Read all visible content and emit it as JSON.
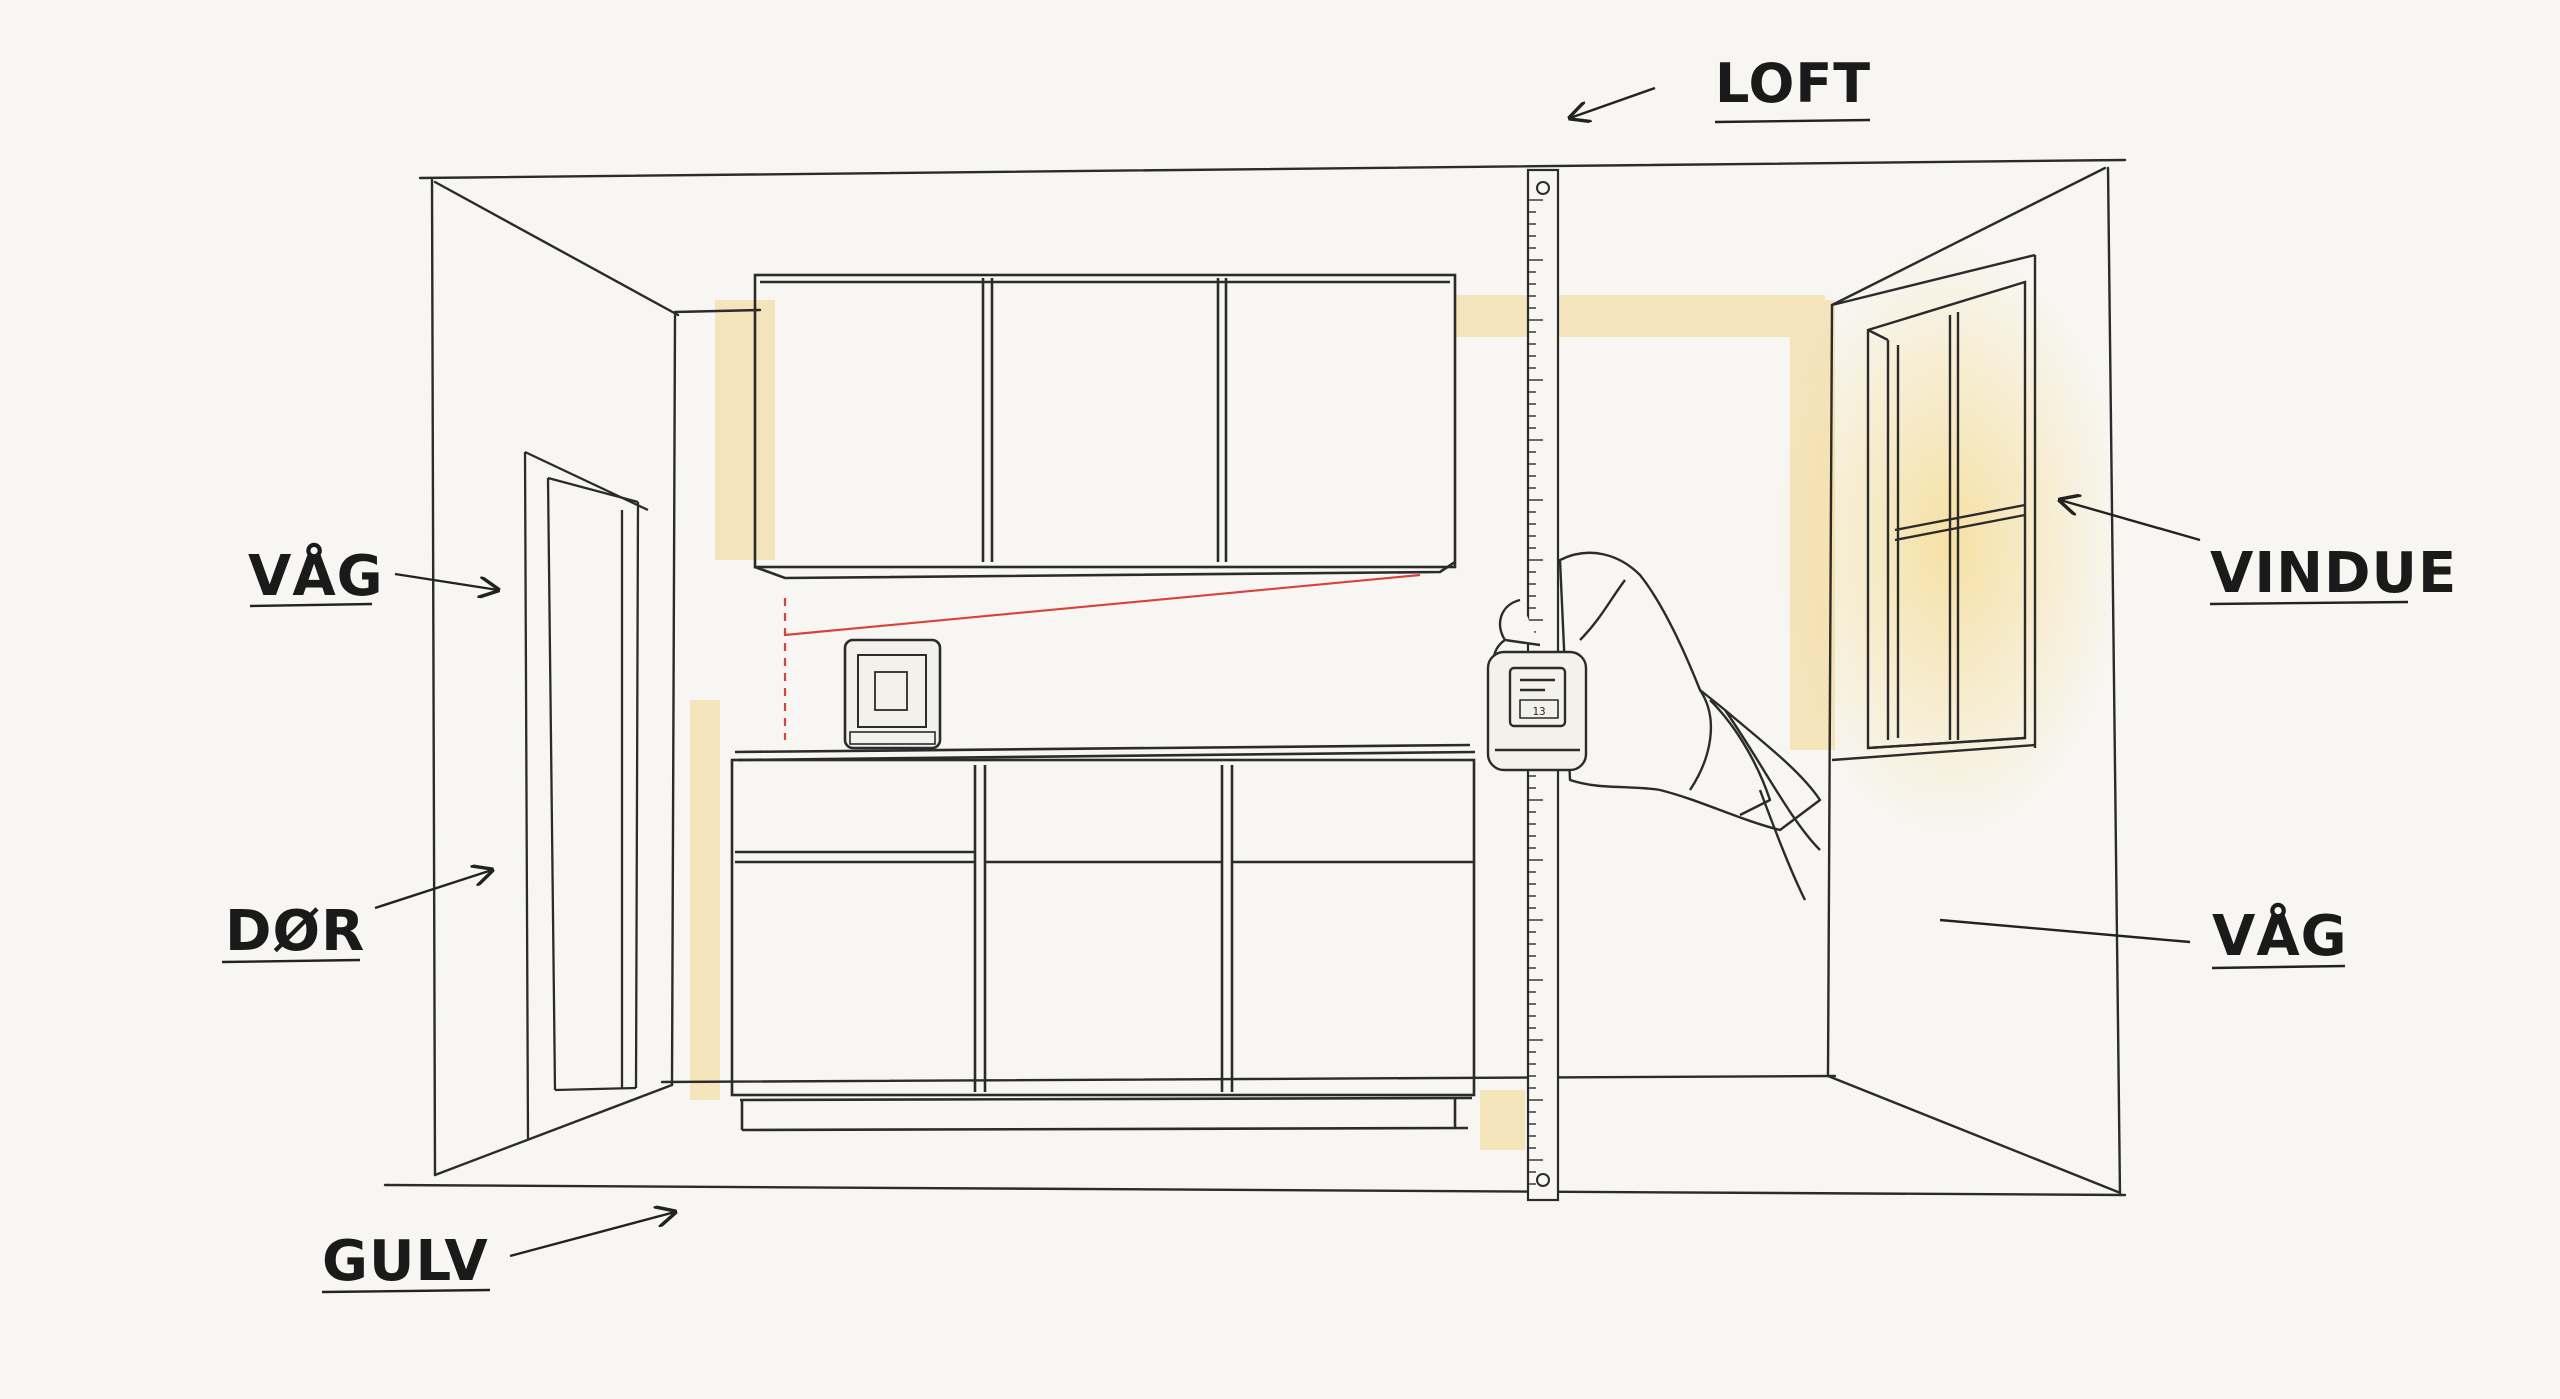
{
  "labels": {
    "loft": "LOFT",
    "left_wall": "VÅG",
    "door": "DØR",
    "floor": "GULV",
    "window": "VINDUE",
    "right_wall": "VÅG"
  },
  "tape_display": "13",
  "colors": {
    "ink": "#2b2b2b",
    "paper": "#f7f6f2",
    "highlight": "#f3d58f",
    "laser": "#d9423a"
  }
}
